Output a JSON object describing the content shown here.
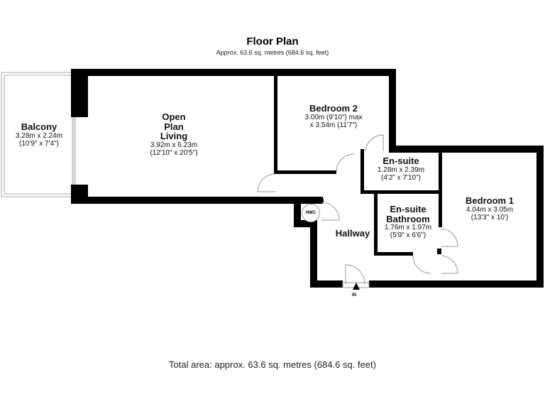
{
  "header": {
    "title": "Floor Plan",
    "subtitle": "Approx. 63.6 sq. metres (684.6 sq. feet)"
  },
  "rooms": [
    {
      "name": "Balcony",
      "dim_metric": "3.28m x 2.24m",
      "dim_imperial": "(10'9\" x 7'4\")"
    },
    {
      "name_lines": [
        "Open",
        "Plan",
        "Living"
      ],
      "dim_metric": "3.92m x 6.23m",
      "dim_imperial": "(12'10\" x 20'5\")"
    },
    {
      "name": "Bedroom 2",
      "dim_metric": "3.00m (9'10\") max",
      "dim_imperial": "x 3.54m (11'7\")"
    },
    {
      "name": "En-suite",
      "dim_metric": "1.28m x 2.39m",
      "dim_imperial": "(4'2\" x 7'10\")"
    },
    {
      "name": "Bedroom 1",
      "dim_metric": "4.04m x 3.05m",
      "dim_imperial": "(13'3\" x 10')"
    },
    {
      "name_lines": [
        "En-suite",
        "Bathroom"
      ],
      "dim_metric": "1.76m x 1.97m",
      "dim_imperial": "(5'9\" x 6'6\")"
    },
    {
      "name": "Hallway"
    }
  ],
  "fixtures": {
    "hwc": "HWC",
    "entrance": "IN"
  },
  "footer": {
    "total_area": "Total area: approx. 63.6 sq. metres (684.6 sq. feet)"
  },
  "colors": {
    "wall": "#000000",
    "window": "#999999",
    "background": "#ffffff"
  }
}
